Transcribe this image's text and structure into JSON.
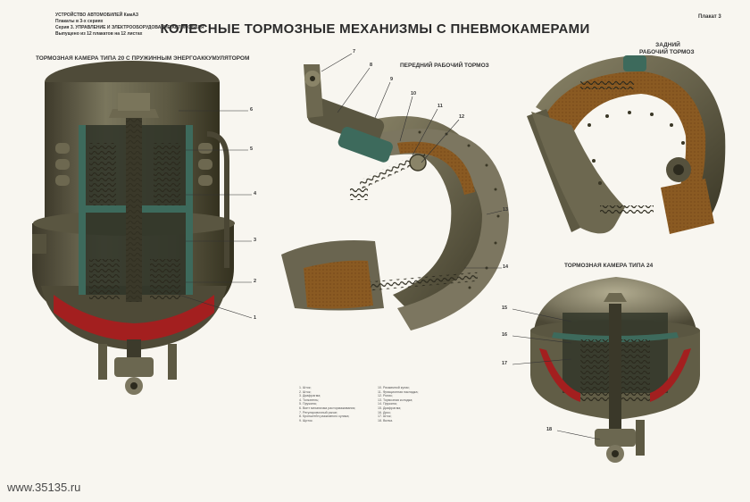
{
  "header": {
    "series_lines": [
      "УСТРОЙСТВО АВТОМОБИЛЕЙ КамАЗ",
      "Плакаты в 3-х сериях",
      "Серия 3. УПРАВЛЕНИЕ И ЭЛЕКТРООБОРУДОВАНИЕ АВТОМОБИЛЯ",
      "Выпущено из 12 плакатов на 12 листах"
    ],
    "plakat_label": "Плакат 3",
    "title": "КОЛЕСНЫЕ ТОРМОЗНЫЕ МЕХАНИЗМЫ С ПНЕВМОКАМЕРАМИ"
  },
  "captions": {
    "chamber_20": "ТОРМОЗНАЯ КАМЕРА ТИПА 20 С ПРУЖИННЫМ ЭНЕРГОАККУМУЛЯТОРОМ",
    "front_brake": "ПЕРЕДНИЙ РАБОЧИЙ ТОРМОЗ",
    "rear_brake_line1": "ЗАДНИЙ",
    "rear_brake_line2": "РАБОЧИЙ ТОРМОЗ",
    "chamber_24": "ТОРМОЗНАЯ КАМЕРА ТИПА 24"
  },
  "callouts": [
    "1",
    "2",
    "3",
    "4",
    "5",
    "6",
    "7",
    "8",
    "9",
    "10",
    "11",
    "12",
    "13",
    "14",
    "15",
    "16",
    "17",
    "18"
  ],
  "legend": {
    "left": [
      "1. Шток;",
      "2. Шток;",
      "3. Диафрагма;",
      "4. Толкатель;",
      "5. Пружина;",
      "6. Винт механизма растормаживания;",
      "7. Регулировочный рычаг;",
      "8. Кронштейн разжимного кулака;",
      "9. Щиток."
    ],
    "right": [
      "10. Разжимной кулак;",
      "11. Фрикционная накладка;",
      "12. Ролик;",
      "13. Тормозная колодка;",
      "14. Пружина;",
      "15. Диафрагма;",
      "16. Диск;",
      "17. Шток;",
      "18. Вилка."
    ]
  },
  "watermark": "www.35135.ru",
  "colors": {
    "metal_dark": "#4a4634",
    "metal_mid": "#6b6750",
    "metal_light": "#9a957a",
    "cutaway_teal": "#3d6a5c",
    "cutaway_red": "#a31f1f",
    "lining_brown": "#8a5a22",
    "paper": "#f8f6f0"
  }
}
